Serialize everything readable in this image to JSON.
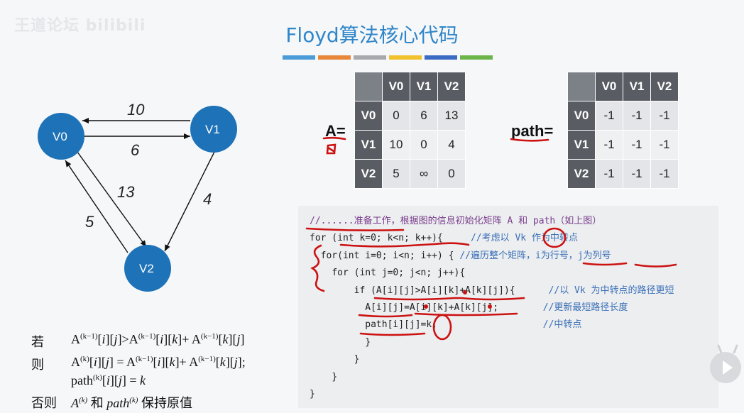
{
  "watermark": "王道论坛 bilibili",
  "title": "Floyd算法核心代码",
  "color_bar": [
    "#4a9bd8",
    "#e8863a",
    "#a7a9ac",
    "#f2c22e",
    "#3a6cc4",
    "#6bb54a"
  ],
  "graph": {
    "nodes": [
      {
        "id": "V0",
        "label": "V0"
      },
      {
        "id": "V1",
        "label": "V1"
      },
      {
        "id": "V2",
        "label": "V2"
      }
    ],
    "edges": [
      {
        "from": "V1",
        "to": "V0",
        "weight": "10"
      },
      {
        "from": "V0",
        "to": "V1",
        "weight": "6"
      },
      {
        "from": "V0",
        "to": "V2",
        "weight": "13"
      },
      {
        "from": "V1",
        "to": "V2",
        "weight": "4"
      },
      {
        "from": "V2",
        "to": "V0",
        "weight": "5"
      }
    ],
    "node_color": "#1e73b8"
  },
  "matrix_A": {
    "label": "A=",
    "col_headers": [
      "V0",
      "V1",
      "V2"
    ],
    "rows": [
      {
        "header": "V0",
        "cells": [
          "0",
          "6",
          "13"
        ]
      },
      {
        "header": "V1",
        "cells": [
          "10",
          "0",
          "4"
        ]
      },
      {
        "header": "V2",
        "cells": [
          "5",
          "∞",
          "0"
        ]
      }
    ]
  },
  "matrix_path": {
    "label": "path=",
    "col_headers": [
      "V0",
      "V1",
      "V2"
    ],
    "rows": [
      {
        "header": "V0",
        "cells": [
          "-1",
          "-1",
          "-1"
        ]
      },
      {
        "header": "V1",
        "cells": [
          "-1",
          "-1",
          "-1"
        ]
      },
      {
        "header": "V2",
        "cells": [
          "-1",
          "-1",
          "-1"
        ]
      }
    ]
  },
  "code": {
    "line1_comment": "//......准备工作，根据图的信息初始化矩阵 A 和 path（如上图）",
    "line2": "for (int k=0; k<n; k++){",
    "line2_comment": "//考虑以 Vk 作为中转点",
    "line3": "for(int i=0; i<n; i++) {",
    "line3_comment": "//遍历整个矩阵，i为行号，j为列号",
    "line4": "for (int j=0; j<n; j++){",
    "line5": "if (A[i][j]>A[i][k]+A[k][j]){",
    "line5_comment": "//以 Vk 为中转点的路径更短",
    "line6": "A[i][j]=A[i][k]+A[k][j];",
    "line6_comment": "//更新最短路径长度",
    "line7": "path[i][j]=k;",
    "line7_comment": "//中转点",
    "close": "}"
  },
  "formula": {
    "if_label": "若",
    "then_label": "则",
    "else_label": "否则",
    "else_text": "和",
    "else_text2": "保持原值",
    "sup_k_minus_1": "(k−1)",
    "sup_k": "(k)"
  },
  "annotation_color": "#cc1111"
}
